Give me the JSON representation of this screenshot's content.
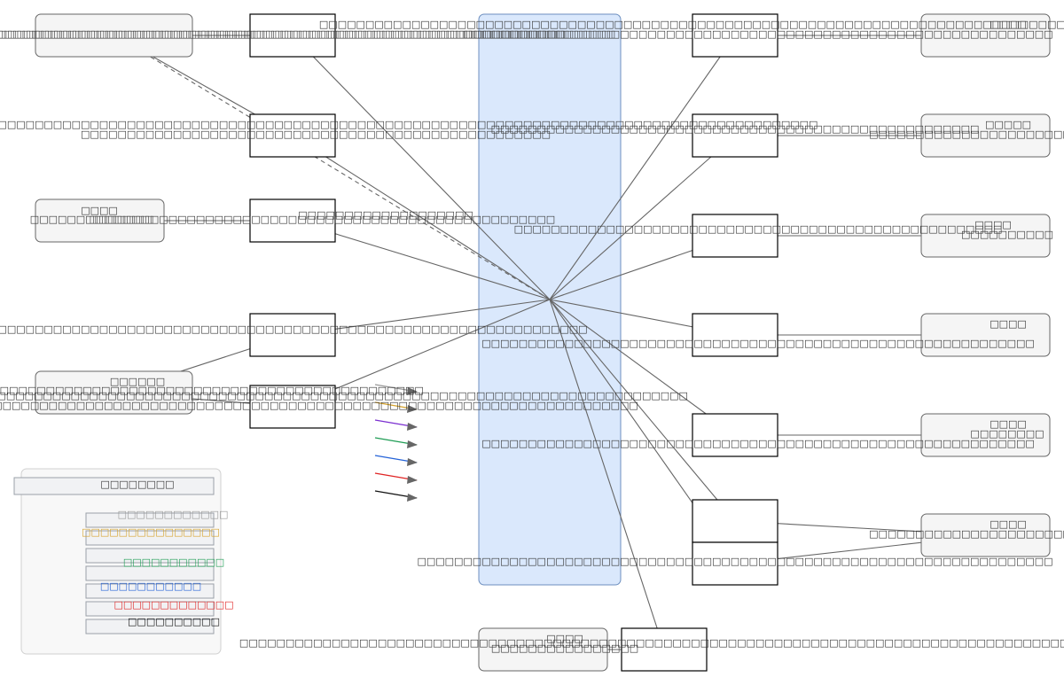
{
  "diagram": {
    "title": "",
    "hub": {
      "label": "",
      "fill": "#dae8fc",
      "stroke": "#6c8ebf"
    },
    "colors": {
      "edge": "#666666",
      "term_fill": "#f5f5f5",
      "term_stroke": "#666666",
      "step_stroke": "#000000",
      "legend_fill": "#f8f8f8",
      "legend_stroke": "#cccccc",
      "legend_row_fill": "#f1f2f4",
      "legend_row_stroke": "#9aa0a8"
    },
    "terminals": [
      {
        "id": "t-left-1",
        "label": "□□□□□□□□□□□□□□□□□□□□□□□□□□□□□□□□□□□□□□□□□□□□□□□□□□□□□□□□□□□□□□□□□□□□□□□□□□□□□"
      },
      {
        "id": "t-left-2",
        "label": "□□□□"
      },
      {
        "id": "t-left-3",
        "label": "□□□□□□"
      },
      {
        "id": "t-right-1",
        "label": "□□□□"
      },
      {
        "id": "t-right-2",
        "label": "□□□□□"
      },
      {
        "id": "t-right-3",
        "label": "□□□□"
      },
      {
        "id": "t-right-4",
        "label": "□□□□"
      },
      {
        "id": "t-right-5",
        "label": "□□□□"
      },
      {
        "id": "t-right-6",
        "label": "□□□□"
      },
      {
        "id": "t-bottom",
        "label": "□□□□"
      }
    ],
    "steps": [
      {
        "id": "s-left-1",
        "label": ""
      },
      {
        "id": "s-left-2",
        "label": ""
      },
      {
        "id": "s-left-3",
        "label": ""
      },
      {
        "id": "s-left-4",
        "label": ""
      },
      {
        "id": "s-left-5",
        "label": ""
      },
      {
        "id": "s-right-1",
        "label": ""
      },
      {
        "id": "s-right-2",
        "label": ""
      },
      {
        "id": "s-right-3",
        "label": ""
      },
      {
        "id": "s-right-4",
        "label": ""
      },
      {
        "id": "s-right-5",
        "label": ""
      },
      {
        "id": "s-right-6",
        "label": ""
      },
      {
        "id": "s-right-7",
        "label": ""
      },
      {
        "id": "s-bottom",
        "label": ""
      }
    ],
    "edges": [
      {
        "from": "hub",
        "to": "s-left-1",
        "label": "□□□□□□□□□□□□□□□□□□□□□□□□□□□□□□□□□□□□□□□□□□□□□□□□□□□□□□□□□□□□□□□□□",
        "dashed": false
      },
      {
        "from": "s-left-1",
        "to": "t-left-1",
        "label": "",
        "dashed": false
      },
      {
        "from": "hub",
        "to": "s-left-2",
        "label": "□□□□□□□□□□□□□□□□□□□□□□□□□□□□□□□□□□□□□□□□□□□□□□□□□□□□□□□□□□□□□□□□□□□□□□□□□□□□□□□□□□□□□□□□□□□□□□□□□□□□□□□□□□□□□□□□□□",
        "dashed": false
      },
      {
        "from": "s-left-2",
        "to": "t-left-1",
        "label": "□□□□□□□□□□□□□□□□□□□□□□□□□□□□□□□□□□□□□□□□□□□□□□□□□□□",
        "dashed": false
      },
      {
        "from": "hub",
        "to": "t-left-1",
        "label": "",
        "dashed": true
      },
      {
        "from": "hub",
        "to": "s-left-3",
        "label": "□□□□□□□□□□□□□□□□□□□",
        "dashed": false
      },
      {
        "from": "s-left-3",
        "to": "t-left-2",
        "label": "□□□□□□□□□□□□□□□□□□□□□□□□□□□□□□□□□□□□□□□□□□□□□□□□□□□□□□□□□",
        "dashed": false
      },
      {
        "from": "s-left-3",
        "to": "t-left-2",
        "label": "□□□□□□□",
        "dashed": false
      },
      {
        "from": "hub",
        "to": "s-left-4",
        "label": "□□□□□□□□□□□□□□□□□□□□□□□□□□□□□□□□□□□□□□□□□□□□□□□□□□□□□□□□□□□□□□□□",
        "dashed": false
      },
      {
        "from": "s-left-4",
        "to": "t-left-3",
        "label": "□□□□□□□□□□□□□□□□□□□□□□□□□□□□□□□□□□□□□□□□□□□□□□□□□□□□□□□□□□□□□□□□□",
        "dashed": false
      },
      {
        "from": "hub",
        "to": "s-left-5",
        "label": "□□□□□□□□□□□□□□□□□□□□□□□□□□□□□□□□□□□□□□□□□□□□□□□□□□□□□□□□□□□□□□□□□□□□□□□□□□□□□□□□□",
        "dashed": false
      },
      {
        "from": "s-left-5",
        "to": "t-left-3",
        "label": "□□□□□□□□□□□□□□□□□□□□□□□□□□□□□□□□□□□□□□□□□□□□□□□□□□□□□□□□□□□□□□□□□□□□□□",
        "dashed": false
      },
      {
        "from": "hub",
        "to": "s-right-1",
        "label": "□□□□□□□□□□□□□□□□□□□□□□□□□□□□□□□□□□□□□□□□□□□□□□□□□□□□□□□□□□□□□□□□□□□□□□□□□□□□□□□□□□□□□□□□□□□□",
        "dashed": false
      },
      {
        "from": "s-right-1",
        "to": "t-right-1",
        "label": "□□□□□□□□□□□□□□□□□□□□□□□□□□□□□□□□□□□□□□□□□□□□□□□□□□□□□□□□□□□□□□□□",
        "dashed": false
      },
      {
        "from": "hub",
        "to": "s-right-2",
        "label": "□□□□□□□□□□□□□□□□□□□□□□□□□□□□□□□□□□□□□□□□□□□□□□□□□□□□□",
        "dashed": false
      },
      {
        "from": "s-right-2",
        "to": "t-right-2",
        "label": "□□□□□□□□□□□□□□□□□□□□□□□□□□□□□□",
        "dashed": false
      },
      {
        "from": "hub",
        "to": "s-right-3",
        "label": "□□□□□□□□□□□□□□□□□□□□□□□□□□□□□□□□□□□□□□□□□□□□□□□□□□□□□",
        "dashed": false
      },
      {
        "from": "s-right-3",
        "to": "t-right-3",
        "label": "□□□□□□□□□□",
        "dashed": false
      },
      {
        "from": "hub",
        "to": "s-right-4",
        "label": "□□□□□□□□□□□□□□□□□□□□□□□□□□□□□□□□□□□□□□□□□□□□□□□□□□□□□□□□□□□□",
        "dashed": false
      },
      {
        "from": "s-right-4",
        "to": "t-right-4",
        "label": "",
        "dashed": false
      },
      {
        "from": "hub",
        "to": "s-right-5",
        "label": "□□□□□□□□□□□□□□□□□□□□□□□□□□□□□□□□□□□□□□□□□□□□□□□□□□□□□□□□□□□□",
        "dashed": false
      },
      {
        "from": "s-right-5",
        "to": "t-right-5",
        "label": "□□□□□□□□",
        "dashed": false
      },
      {
        "from": "hub",
        "to": "s-right-6",
        "label": "",
        "dashed": false
      },
      {
        "from": "s-right-6",
        "to": "t-right-6",
        "label": "□□□□□□□□□□□□□□□□□□□□□□□□□□□□□□",
        "dashed": false
      },
      {
        "from": "hub",
        "to": "s-right-7",
        "label": "□□□□□□□□□□□□□□□□□□□□□□□□□□□□□□□□□□□□□□□□□□□□□□□□□□□□□□□□□□□□□□□□□□□□□",
        "dashed": false
      },
      {
        "from": "s-right-7",
        "to": "t-right-6",
        "label": "",
        "dashed": false
      },
      {
        "from": "hub",
        "to": "s-bottom",
        "label": "□□□□□□□□□□□□□□□□□□□□□□□□□□□□□□□□□□□□□□□□□□□□□□□□□□□□□□□□□□□□□□□□□□□□□□□□□□□□□□□□□□□□□□□□□□□□□□□□□",
        "dashed": false
      },
      {
        "from": "s-bottom",
        "to": "t-bottom",
        "label": "□□□□□□□□□□□□□□□□",
        "dashed": false
      }
    ],
    "legend": {
      "title": "□□□□□□□□",
      "items": [
        {
          "label": "□□□□□□□□□□□□",
          "color": "#999999"
        },
        {
          "label": "□□□□□□□□□□□□□□□",
          "color": "#d6a32c"
        },
        {
          "label": "",
          "color": "#7b2fd0"
        },
        {
          "label": "□□□□□□□□□□□",
          "color": "#1f9d55"
        },
        {
          "label": "□□□□□□□□□□□",
          "color": "#2563d8"
        },
        {
          "label": "□□□□□□□□□□□□□",
          "color": "#e02424"
        },
        {
          "label": "□□□□□□□□□□",
          "color": "#111111"
        }
      ]
    }
  }
}
